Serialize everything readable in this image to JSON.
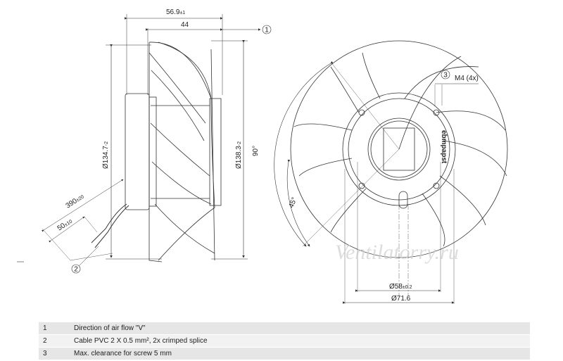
{
  "dimensions": {
    "width_total": "56.9",
    "width_total_tol": "±1",
    "width_inner": "44",
    "dia_blade": "Ø134.7",
    "dia_blade_tol": "-2",
    "dia_outer": "Ø138.3",
    "dia_outer_tol": "-2",
    "cable_length": "390",
    "cable_length_tol": "±20",
    "strip_length": "50",
    "strip_length_tol": "±10",
    "angle_90": "90°",
    "angle_45": "45°",
    "screw": "M4 (4x)",
    "hub_dia_small": "Ø58",
    "hub_dia_small_tol": "±0.2",
    "hub_dia_large": "Ø71.6"
  },
  "callouts": {
    "c1": "1",
    "c2": "2",
    "c3": "3"
  },
  "logo_text": "ebmpapst",
  "watermark": "Ventilatorry.ru",
  "legend": [
    {
      "num": "1",
      "text": "Direction of air flow \"V\""
    },
    {
      "num": "2",
      "text": "Cable PVC 2 X 0.5 mm², 2x crimped splice"
    },
    {
      "num": "3",
      "text": "Max. clearance for screw 5 mm"
    }
  ]
}
